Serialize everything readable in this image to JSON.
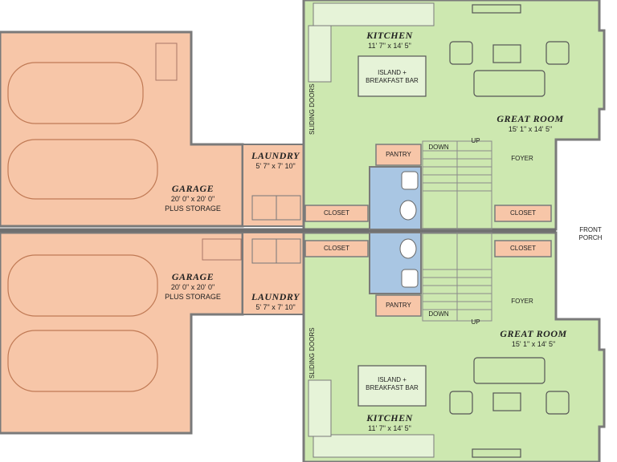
{
  "colors": {
    "garage": "#f7c6a8",
    "laundry": "#f7c6a8",
    "living": "#cde8b0",
    "bath": "#a9c6e3",
    "wall": "#7a7a7a"
  },
  "upper": {
    "kitchen": {
      "name": "KITCHEN",
      "dims": "11' 7\" x 14' 5\""
    },
    "island": {
      "line1": "ISLAND +",
      "line2": "BREAKFAST BAR"
    },
    "great_room": {
      "name": "GREAT ROOM",
      "dims": "15' 1\" x 14' 5\""
    },
    "sliding_doors": "SLIDING DOORS",
    "pantry": "PANTRY",
    "down": "DOWN",
    "up": "UP",
    "foyer": "FOYER",
    "closet_left": "CLOSET",
    "closet_right": "CLOSET",
    "laundry": {
      "name": "LAUNDRY",
      "dims": "5' 7\" x 7' 10\""
    },
    "garage": {
      "name": "GARAGE",
      "dims": "20' 0\" x 20' 0\"",
      "note": "PLUS STORAGE"
    }
  },
  "lower": {
    "kitchen": {
      "name": "KITCHEN",
      "dims": "11' 7\" x 14' 5\""
    },
    "island": {
      "line1": "ISLAND +",
      "line2": "BREAKFAST BAR"
    },
    "great_room": {
      "name": "GREAT ROOM",
      "dims": "15' 1\" x 14' 5\""
    },
    "sliding_doors": "SLIDING DOORS",
    "pantry": "PANTRY",
    "down": "DOWN",
    "up": "UP",
    "foyer": "FOYER",
    "closet_left": "CLOSET",
    "closet_right": "CLOSET",
    "laundry": {
      "name": "LAUNDRY",
      "dims": "5' 7\" x 7' 10\""
    },
    "garage": {
      "name": "GARAGE",
      "dims": "20' 0\" x 20' 0\"",
      "note": "PLUS STORAGE"
    }
  },
  "front_porch": {
    "line1": "FRONT",
    "line2": "PORCH"
  }
}
